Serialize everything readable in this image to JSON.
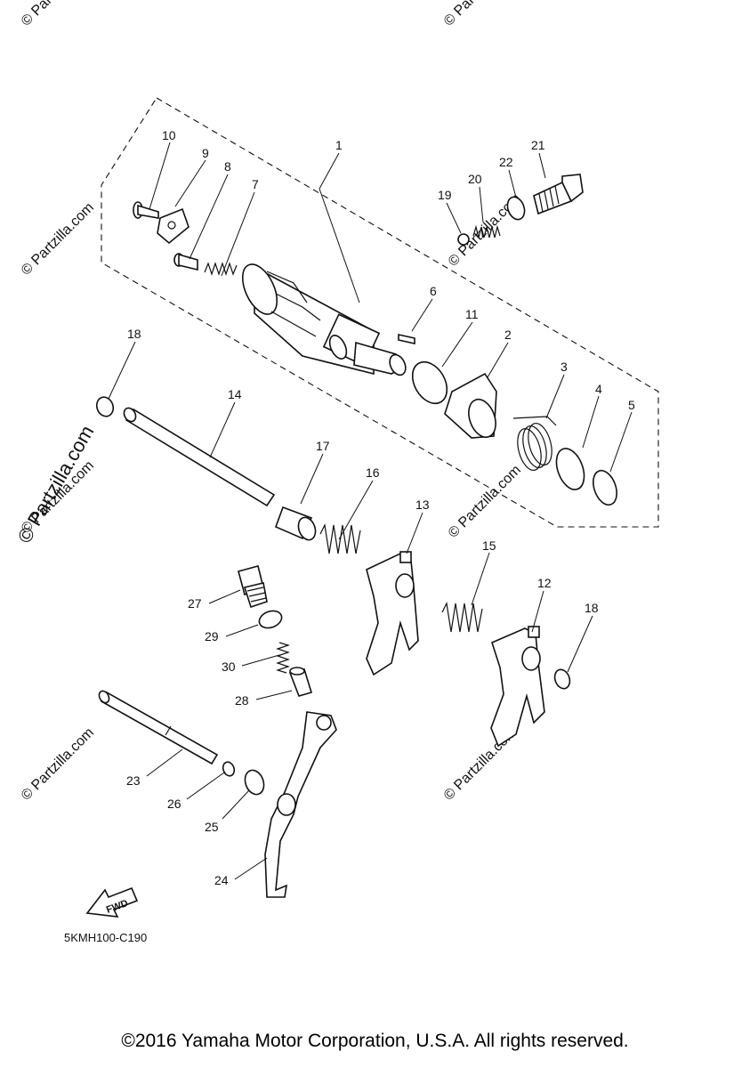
{
  "watermark": {
    "side_text": "© Partzilla.com",
    "tile_text": "© Partzilla.com"
  },
  "callouts": [
    "1",
    "2",
    "3",
    "4",
    "5",
    "6",
    "7",
    "8",
    "9",
    "10",
    "11",
    "12",
    "13",
    "14",
    "15",
    "16",
    "17",
    "18",
    "18",
    "19",
    "20",
    "21",
    "22",
    "23",
    "24",
    "25",
    "26",
    "27",
    "28",
    "29",
    "30"
  ],
  "fwd_label": "FWD",
  "diagram_code": "5KMH100-C190",
  "footer": {
    "copyright": "©2016 Yamaha Motor Corporation, U.S.A. All rights reserved."
  },
  "colors": {
    "line": "#111111",
    "watermark": "#d9d9d9",
    "background": "#ffffff"
  }
}
